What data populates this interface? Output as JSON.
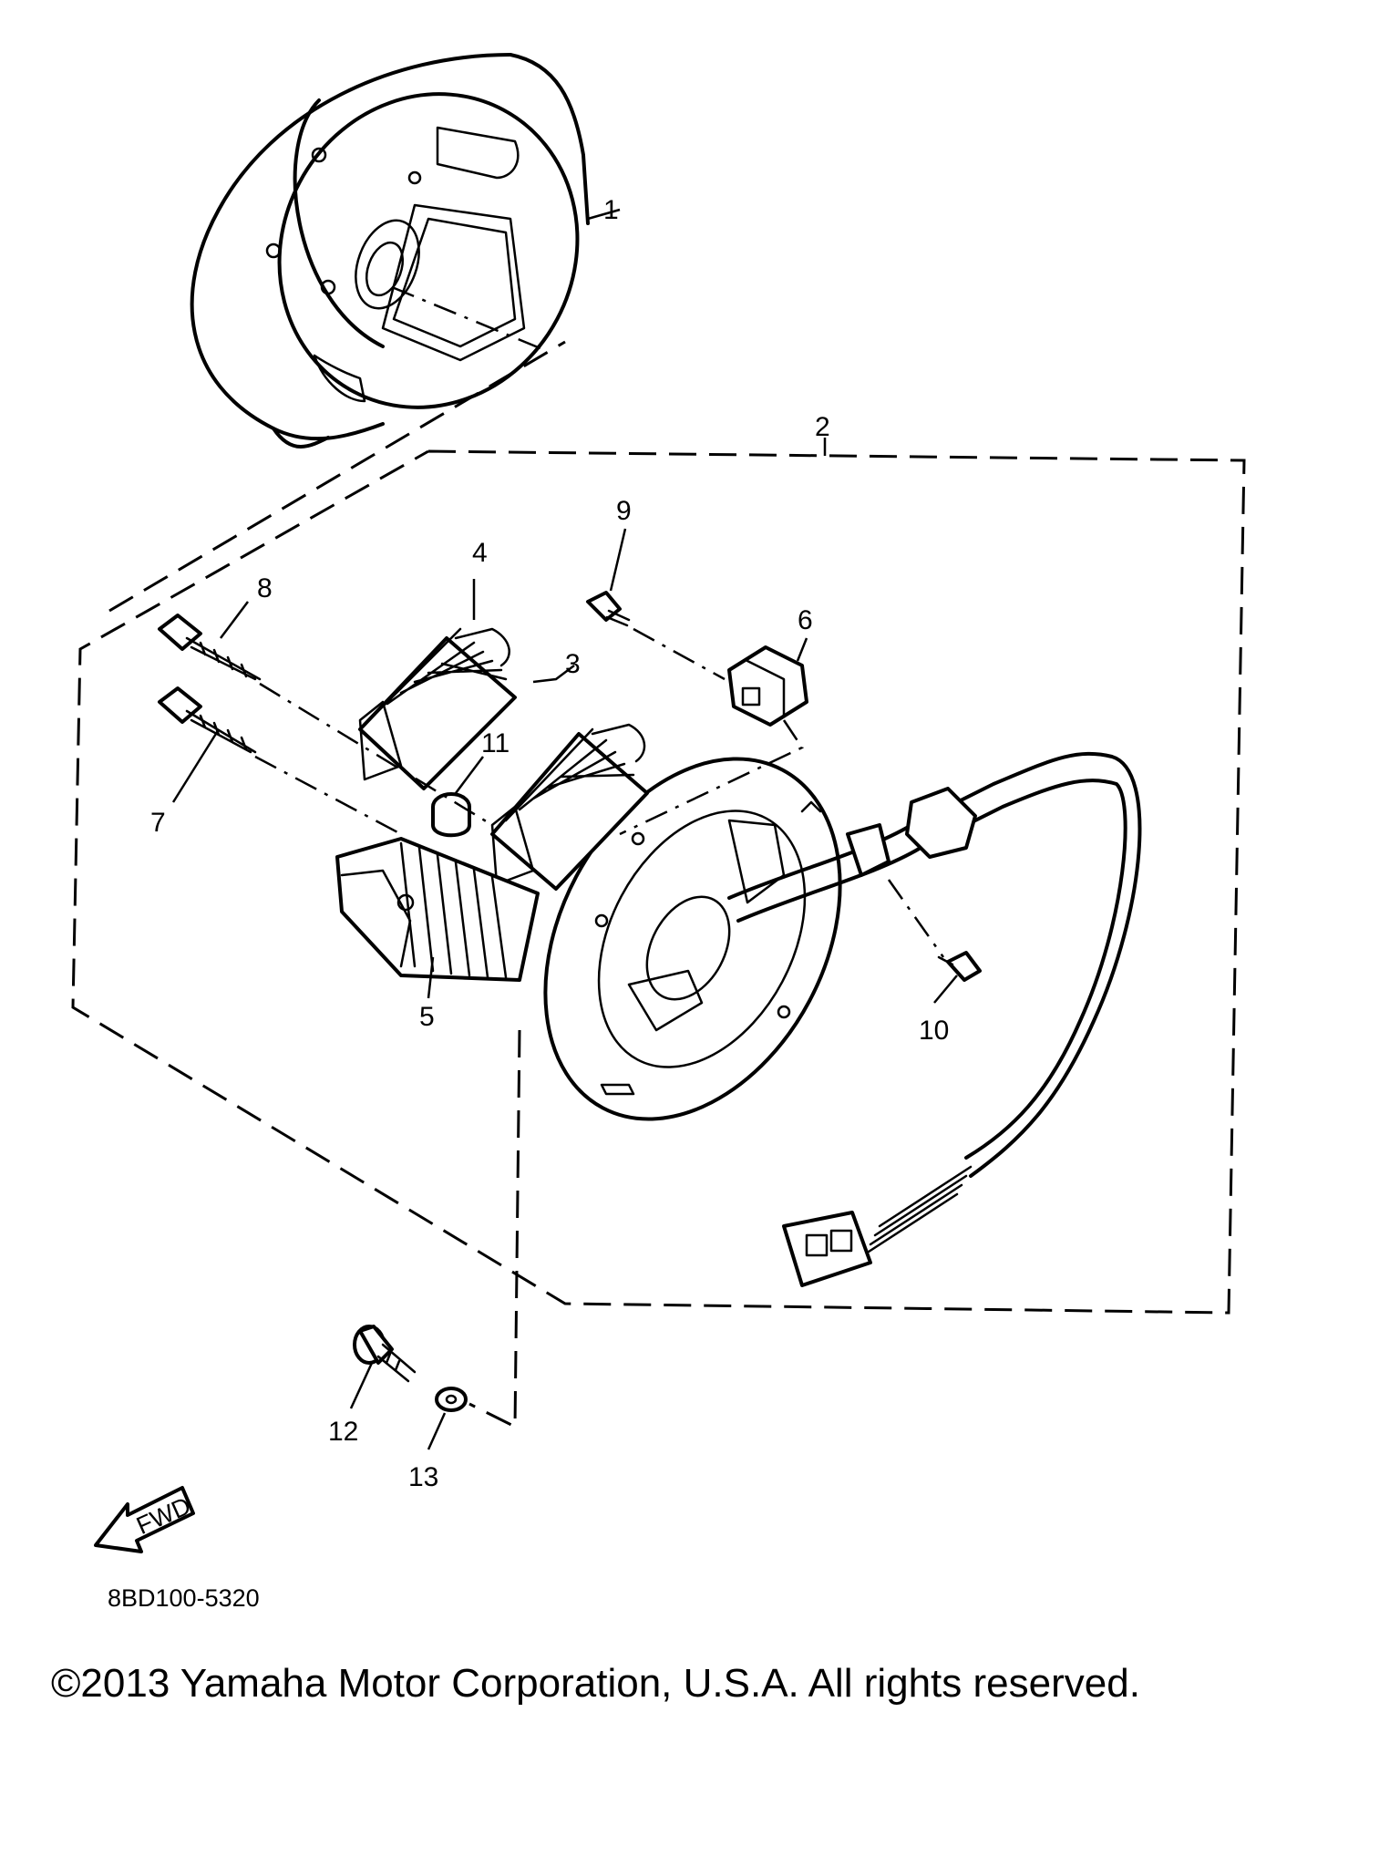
{
  "diagram": {
    "callouts": [
      "1",
      "2",
      "3",
      "4",
      "5",
      "6",
      "7",
      "8",
      "9",
      "10",
      "11",
      "12",
      "13"
    ],
    "fwd_label": "FWD",
    "drawing_code": "8BD100-5320"
  },
  "footer": {
    "copyright": "©2013 Yamaha Motor Corporation, U.S.A. All rights reserved."
  }
}
